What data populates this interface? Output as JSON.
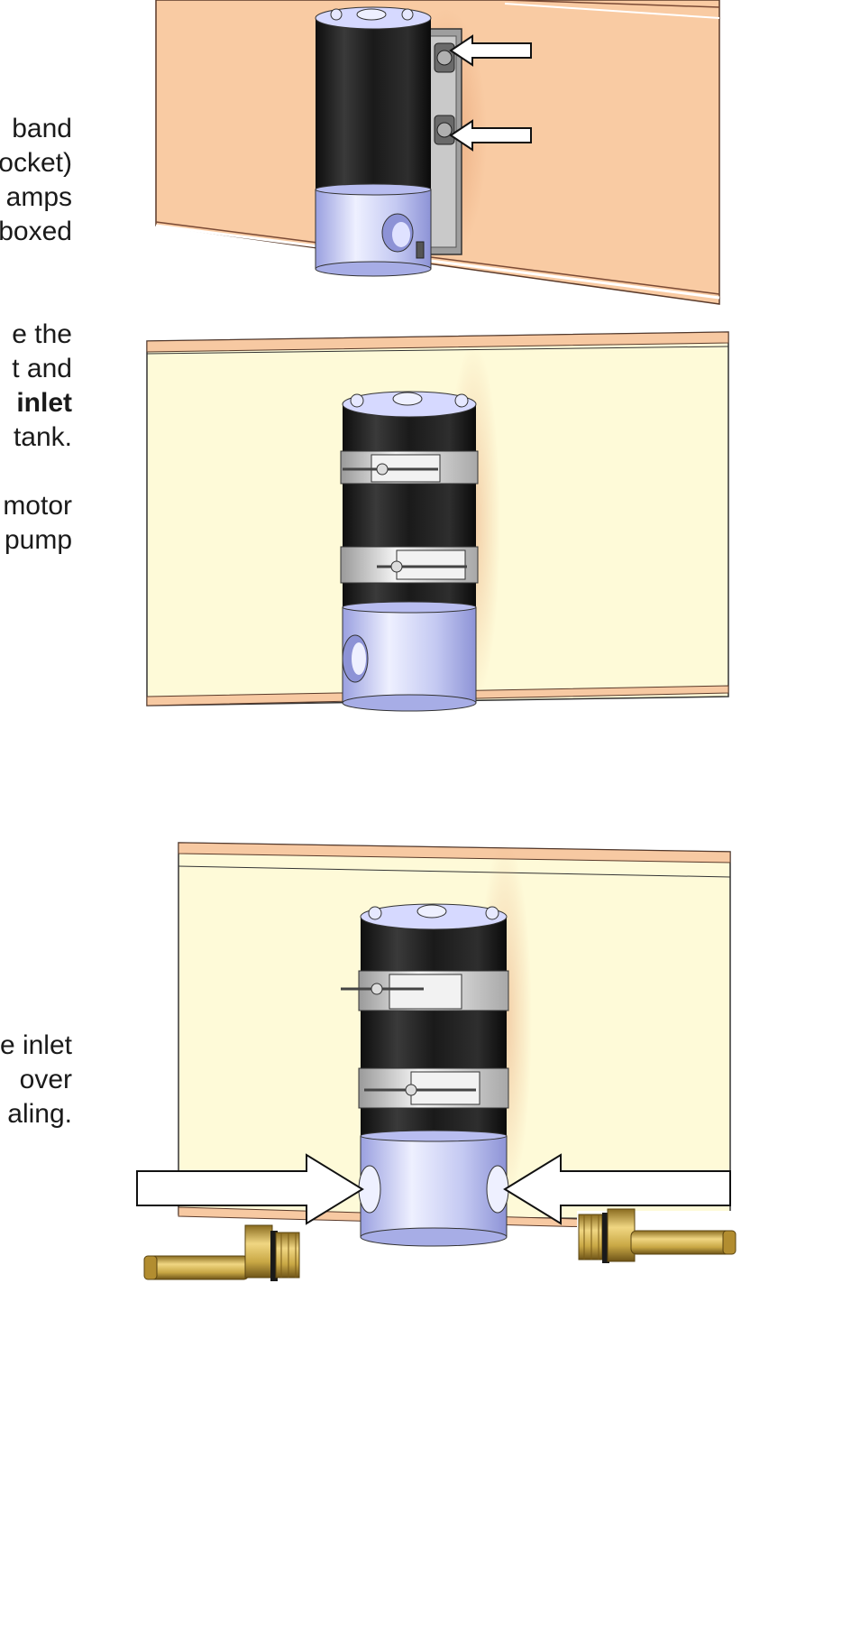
{
  "text_blocks": {
    "block1": [
      "band",
      "ocket)",
      "amps",
      "boxed"
    ],
    "block2_line1": "e  the",
    "block2_line2": "t and",
    "block2_line3_bold": "inlet",
    "block2_line4": "tank.",
    "block3": [
      "motor",
      "pump"
    ],
    "block4": [
      "e inlet",
      "over",
      "aling."
    ]
  },
  "colors": {
    "wall_peach": "#f9cba3",
    "wall_cream": "#fefad8",
    "motor_black": "#1c1c1c",
    "base_blue": "#c8ccf0",
    "clamp_silver": "#d8d8d8",
    "brass": "#c9a845"
  },
  "figures": [
    {
      "name": "pump-bracket-figure",
      "callouts": [
        "arrow-icon",
        "arrow-icon"
      ]
    },
    {
      "name": "pump-clamp-figure"
    },
    {
      "name": "pump-fittings-figure",
      "callouts": [
        "arrow-left-icon",
        "arrow-right-icon"
      ],
      "parts": [
        "hose-barb-fitting",
        "hose-barb-fitting"
      ]
    }
  ]
}
